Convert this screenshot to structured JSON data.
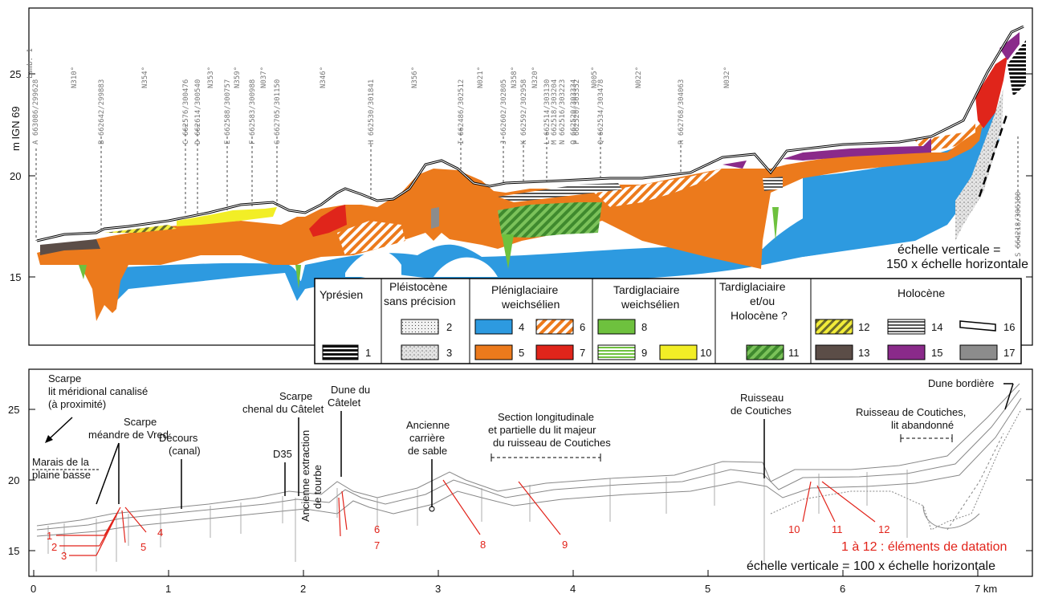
{
  "top_panel": {
    "y_axis_title": "m IGN 69",
    "y_ticks": [
      "25",
      "20",
      "15"
    ],
    "scale_note_1": "échelle verticale =",
    "scale_note_2": "150 x échelle horizontale",
    "profile_points": [
      {
        "id": "A",
        "coords": "663086/299628",
        "azimuth": "N310°"
      },
      {
        "id": "B",
        "coords": "662642/299883",
        "azimuth": "N354°"
      },
      {
        "id": "C",
        "coords": "662576/300476",
        "azimuth": ""
      },
      {
        "id": "D",
        "coords": "662614/300540",
        "azimuth": "N353°"
      },
      {
        "id": "E",
        "coords": "662588/300757",
        "azimuth": "N359°"
      },
      {
        "id": "F",
        "coords": "662583/300988",
        "azimuth": "N037°"
      },
      {
        "id": "G",
        "coords": "662705/301150",
        "azimuth": "N346°"
      },
      {
        "id": "H",
        "coords": "662530/301841",
        "azimuth": "N356°"
      },
      {
        "id": "I",
        "coords": "662486/302512",
        "azimuth": "N021°"
      },
      {
        "id": "J",
        "coords": "662602/302805",
        "azimuth": "N358°"
      },
      {
        "id": "K",
        "coords": "662592/302958",
        "azimuth": "N320°"
      },
      {
        "id": "L",
        "coords": "662514/303130",
        "azimuth": ""
      },
      {
        "id": "M",
        "coords": "662518/303204",
        "azimuth": ""
      },
      {
        "id": "N",
        "coords": "662516/303223",
        "azimuth": ""
      },
      {
        "id": "O",
        "coords": "662520/303334",
        "azimuth": "N005°"
      },
      {
        "id": "P",
        "coords": "662520/303352",
        "azimuth": ""
      },
      {
        "id": "Q",
        "coords": "662534/303478",
        "azimuth": "N022°"
      },
      {
        "id": "R",
        "coords": "662768/304063",
        "azimuth": "N032°"
      },
      {
        "id": "S",
        "coords": "664218/306180",
        "azimuth": ""
      }
    ],
    "lamb_label": "Lamb. 1"
  },
  "legend": {
    "groups": [
      {
        "title": "Yprésien",
        "items": [
          {
            "num": "1",
            "color": "#222222"
          }
        ]
      },
      {
        "title": "Pléistocène sans précision",
        "items": [
          {
            "num": "2",
            "color": "#dddddd"
          },
          {
            "num": "3",
            "color": "#cccccc"
          }
        ]
      },
      {
        "title": "Pléniglaciaire weichsélien",
        "items": [
          {
            "num": "4",
            "color": "#2d9ae0"
          },
          {
            "num": "5",
            "color": "#ec7a1c"
          },
          {
            "num": "6",
            "color": "#f0a36a"
          },
          {
            "num": "7",
            "color": "#e0251b"
          }
        ]
      },
      {
        "title": "Tardiglaciaire weichsélien",
        "items": [
          {
            "num": "8",
            "color": "#6ec13e"
          },
          {
            "num": "9",
            "color": "#9bd37a"
          },
          {
            "num": "10",
            "color": "#f2ee26"
          }
        ]
      },
      {
        "title": "Tardiglaciaire et/ou Holocène ?",
        "items": [
          {
            "num": "11",
            "color": "#5aa83a"
          }
        ]
      },
      {
        "title": "Holocène",
        "items": [
          {
            "num": "12",
            "color": "#d9cc3a"
          },
          {
            "num": "13",
            "color": "#5b4d47"
          },
          {
            "num": "14",
            "color": "#888888"
          },
          {
            "num": "15",
            "color": "#8a2a8a"
          },
          {
            "num": "16",
            "color": "#ffffff"
          },
          {
            "num": "17",
            "color": "#8c8c8c"
          }
        ]
      }
    ],
    "title_lines": {
      "g2a": "Pléistocène",
      "g2b": "sans précision",
      "g3a": "Pléniglaciaire",
      "g3b": "weichsélien",
      "g4a": "Tardiglaciaire",
      "g4b": "weichsélien",
      "g5a": "Tardiglaciaire",
      "g5b": "et/ou",
      "g5c": "Holocène ?"
    }
  },
  "bottom_panel": {
    "y_ticks": [
      "25",
      "20",
      "15"
    ],
    "x_ticks": [
      "0",
      "1",
      "2",
      "3",
      "4",
      "5",
      "6",
      "7 km"
    ],
    "annotations": {
      "scarpe_lit_1": "Scarpe",
      "scarpe_lit_2": "lit méridional canalisé",
      "scarpe_lit_3": "(à proximité)",
      "scarpe_meandre_1": "Scarpe",
      "scarpe_meandre_2": "méandre de Vred",
      "marais_1": "Marais de la",
      "marais_2": "plaine basse",
      "decours_1": "Décours",
      "decours_2": "(canal)",
      "scarpe_chenal_1": "Scarpe",
      "scarpe_chenal_2": "chenal du Câtelet",
      "d35": "D35",
      "extraction_1": "Ancienne extraction",
      "extraction_2": "de tourbe",
      "dune_catelet_1": "Dune du",
      "dune_catelet_2": "Câtelet",
      "carriere_1": "Ancienne",
      "carriere_2": "carrière",
      "carriere_3": "de sable",
      "section_1": "Section longitudinale",
      "section_2": "et partielle du lit majeur",
      "section_3": "du ruisseau de Coutiches",
      "ruisseau_1": "Ruisseau",
      "ruisseau_2": "de Coutiches",
      "ruisseau_abandon_1": "Ruisseau de Coutiches,",
      "ruisseau_abandon_2": "lit abandonné",
      "dune_bordiere": "Dune bordière"
    },
    "dating_numbers": [
      "1",
      "2",
      "3",
      "4",
      "5",
      "6",
      "7",
      "8",
      "9",
      "10",
      "11",
      "12"
    ],
    "dating_note": "1 à 12 : éléments de datation",
    "scale_note": "échelle verticale = 100 x échelle horizontale"
  }
}
